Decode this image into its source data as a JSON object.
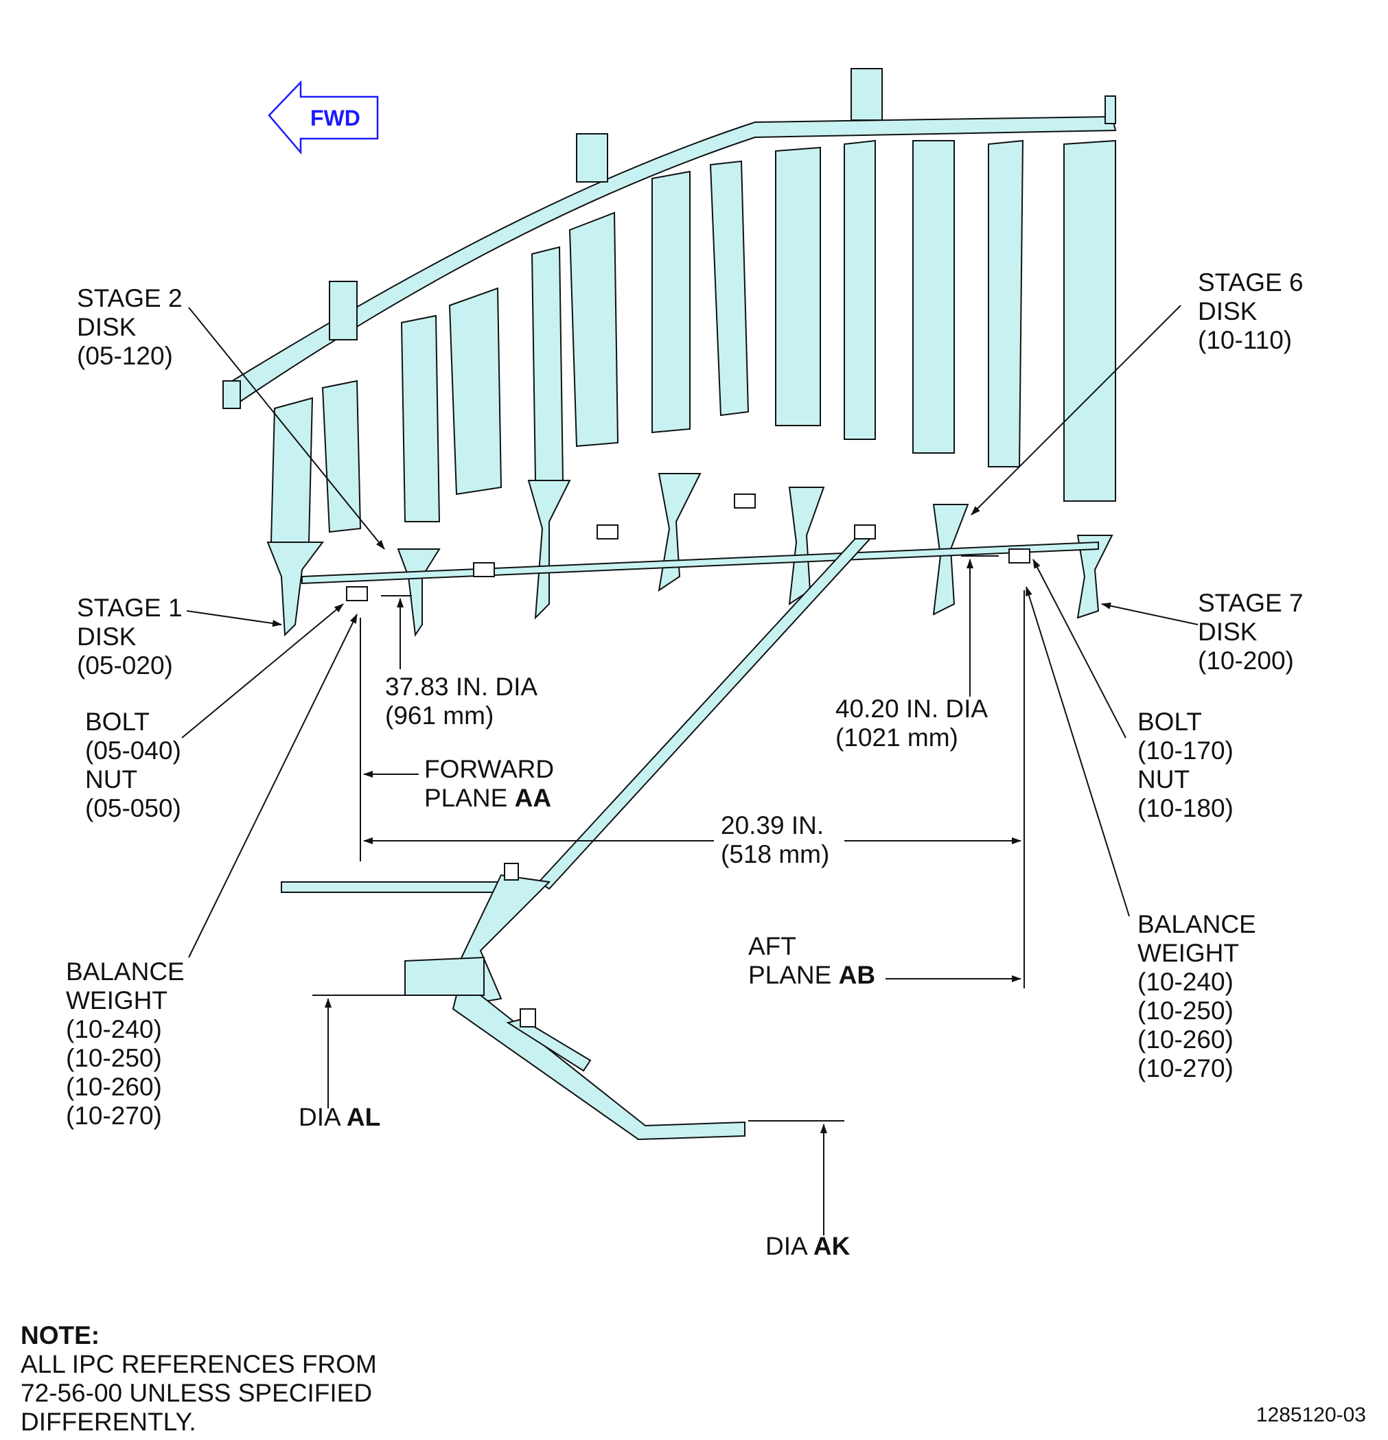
{
  "fwd_label": "FWD",
  "labels": {
    "stage2": {
      "line1": "STAGE 2",
      "line2": "DISK",
      "line3": "(05-120)"
    },
    "stage6": {
      "line1": "STAGE 6",
      "line2": "DISK",
      "line3": "(10-110)"
    },
    "stage1": {
      "line1": "STAGE 1",
      "line2": "DISK",
      "line3": "(05-020)"
    },
    "stage7": {
      "line1": "STAGE 7",
      "line2": "DISK",
      "line3": "(10-200)"
    },
    "bolt_left": {
      "line1": "BOLT",
      "line2": "(05-040)",
      "line3": "NUT",
      "line4": "(05-050)"
    },
    "bolt_right": {
      "line1": "BOLT",
      "line2": "(10-170)",
      "line3": "NUT",
      "line4": "(10-180)"
    },
    "dia_37": {
      "line1": "37.83 IN. DIA",
      "line2": "(961 mm)"
    },
    "dia_40": {
      "line1": "40.20 IN. DIA",
      "line2": "(1021 mm)"
    },
    "forward_plane": {
      "line1": "FORWARD",
      "line2_prefix": "PLANE ",
      "line2_bold": "AA"
    },
    "aft_plane": {
      "line1": "AFT",
      "line2_prefix": "PLANE ",
      "line2_bold": "AB"
    },
    "dim_20": {
      "line1": "20.39 IN.",
      "line2": "(518 mm)"
    },
    "balance_left": {
      "line1": "BALANCE",
      "line2": "WEIGHT",
      "line3": "(10-240)",
      "line4": "(10-250)",
      "line5": "(10-260)",
      "line6": "(10-270)"
    },
    "balance_right": {
      "line1": "BALANCE",
      "line2": "WEIGHT",
      "line3": "(10-240)",
      "line4": "(10-250)",
      "line5": "(10-260)",
      "line6": "(10-270)"
    },
    "dia_al": {
      "prefix": "DIA ",
      "bold": "AL"
    },
    "dia_ak": {
      "prefix": "DIA ",
      "bold": "AK"
    }
  },
  "note": {
    "title": "NOTE:",
    "line1": "ALL IPC REFERENCES FROM",
    "line2": "72-56-00 UNLESS SPECIFIED",
    "line3": "DIFFERENTLY."
  },
  "figure_number": "1285120-03",
  "colors": {
    "part_fill": "#c8f2f2",
    "outline": "#111111",
    "fwd_arrow": "#1a1aff"
  }
}
